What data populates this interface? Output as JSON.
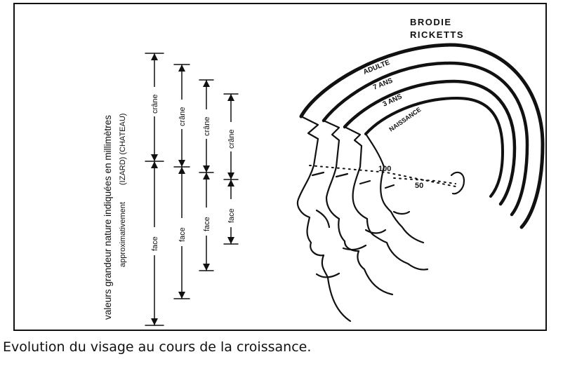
{
  "figure": {
    "vertical_title_line1": "valeurs grandeur nature indiquées en millimètres",
    "vertical_title_line2": "approximativement",
    "vertical_title_source": "(IZARD) (CHATEAU)",
    "credit_line1": "BRODIE",
    "credit_line2": "RICKETTS",
    "ages": [
      "ADULTE",
      "7 ANS",
      "3 ANS",
      "NAISSANCE"
    ],
    "measure_100": "100",
    "measure_50": "50",
    "segment_crane": "crâne",
    "segment_face": "face"
  },
  "caption": "Evolution du visage au cours de la croissance."
}
